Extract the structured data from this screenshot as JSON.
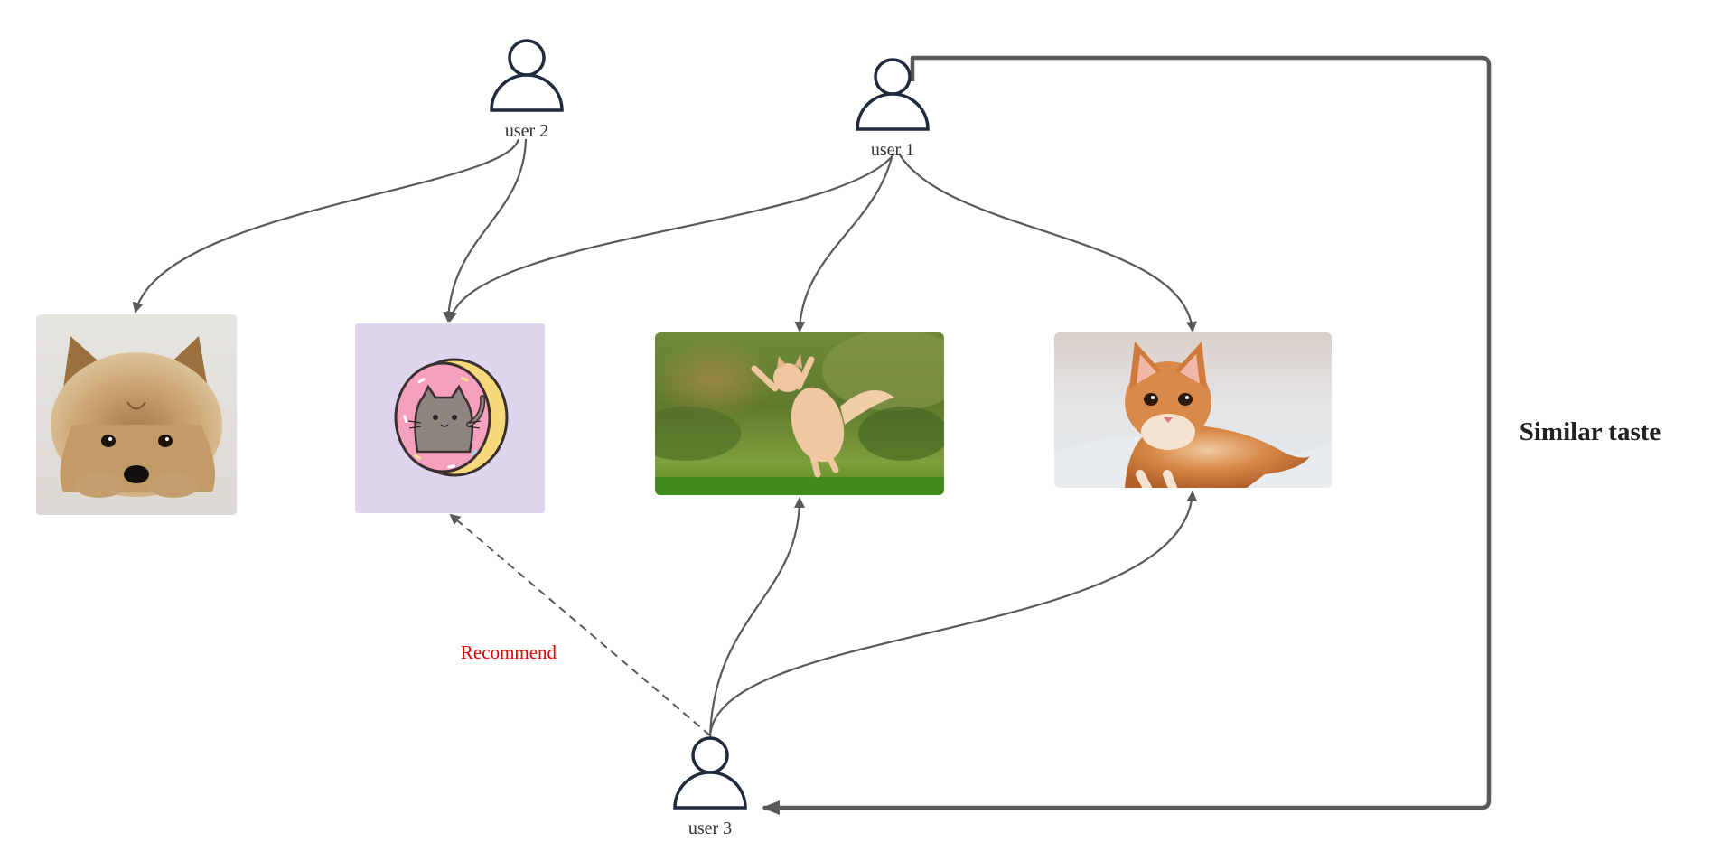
{
  "users": {
    "user1": {
      "label": "user 1"
    },
    "user2": {
      "label": "user 2"
    },
    "user3": {
      "label": "user 3"
    }
  },
  "edges": {
    "recommend_label": "Recommend",
    "similar_taste_label": "Similar taste"
  },
  "colors": {
    "edge": "#595959",
    "person_stroke": "#1f2a3c",
    "recommend_text": "#e00000",
    "donut_bg": "#e0d5ee"
  },
  "items": [
    {
      "name": "yorkshire-terrier-photo"
    },
    {
      "name": "pusheen-donut-illustration"
    },
    {
      "name": "jumping-cat-photo"
    },
    {
      "name": "lying-ginger-cat-photo"
    }
  ]
}
